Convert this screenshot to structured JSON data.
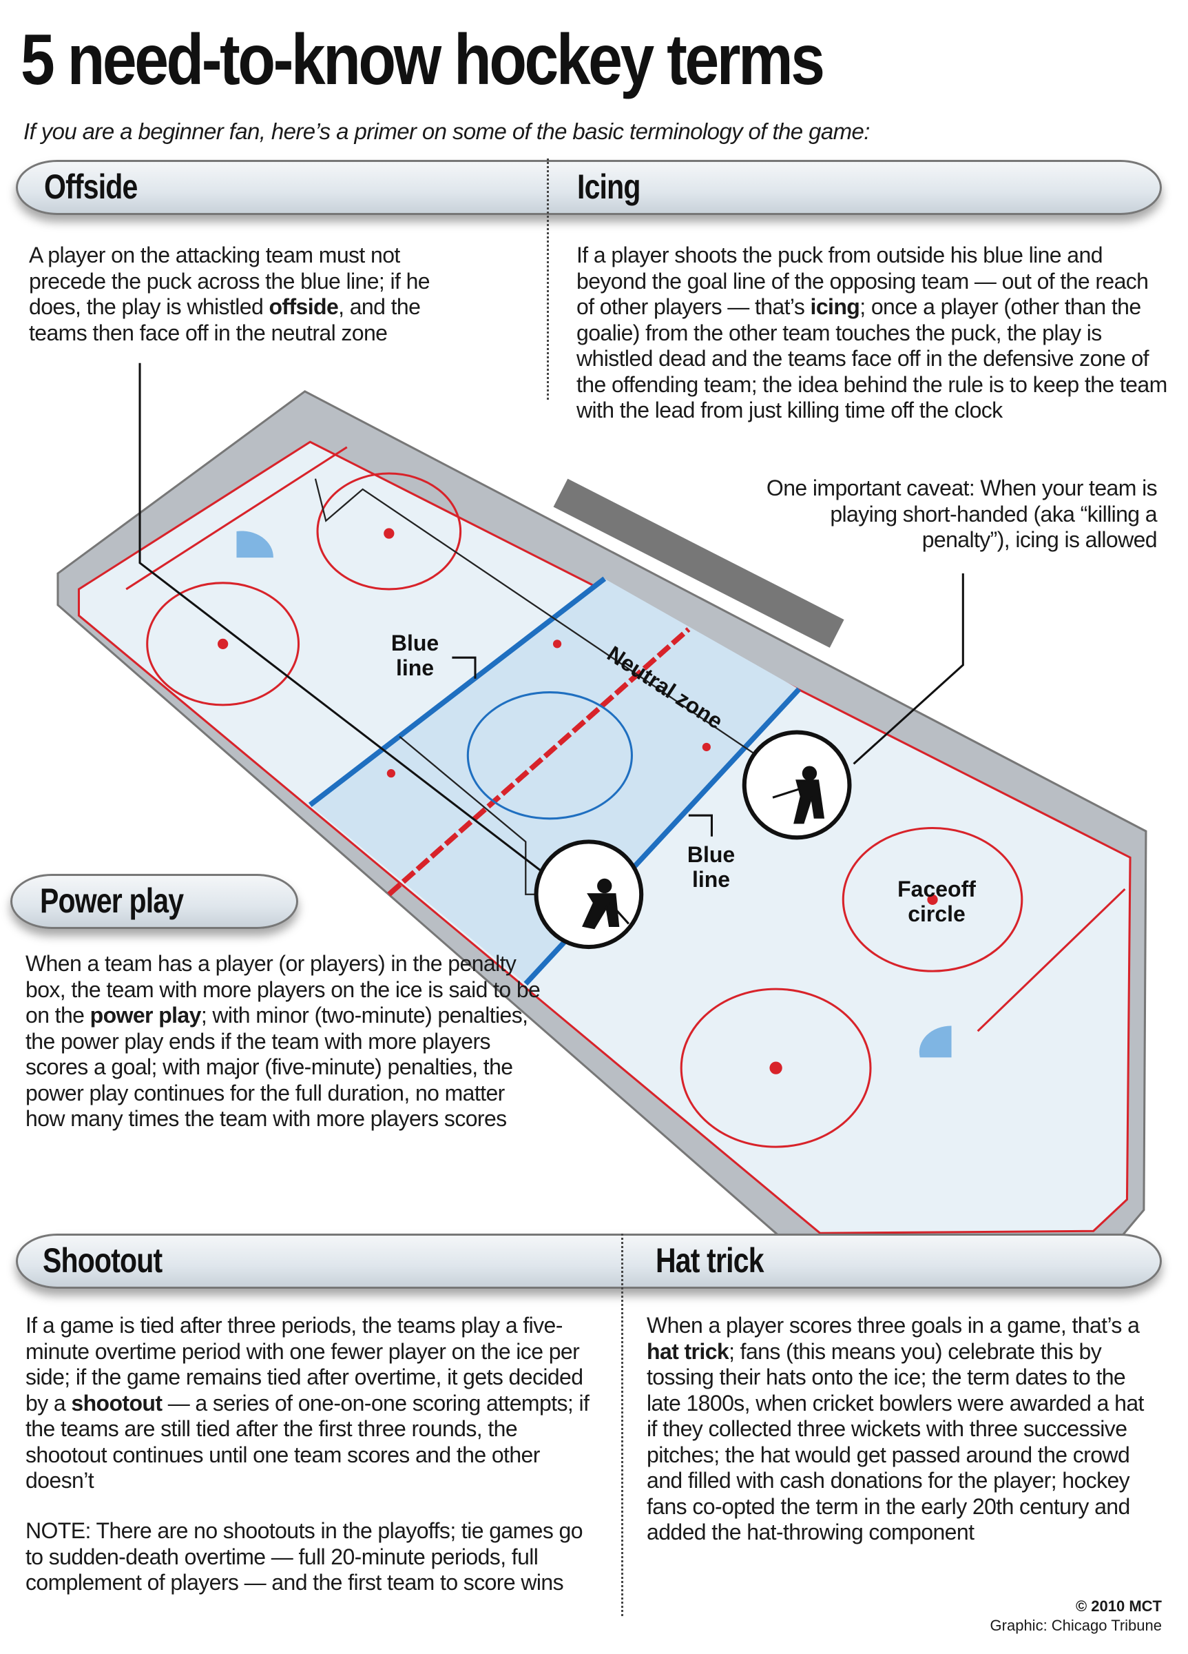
{
  "title": "5 need-to-know hockey terms",
  "subtitle": "If you are a beginner fan, here’s a primer on some of the basic terminology of the game:",
  "offside": {
    "heading": "Offside",
    "t1": "A player on the attacking team must not precede the puck across the blue line; if he does, the play is whistled ",
    "bold": "offside",
    "t2": ", and the teams then face off in the neutral zone"
  },
  "icing": {
    "heading": "Icing",
    "t1": "If a player shoots the puck from outside his blue line and beyond the goal line of the opposing team — out of the reach of other players — that’s ",
    "bold": "icing",
    "t2": "; once a player (other than the goalie) from the other team touches the puck, the play is whistled dead and the teams face off in the defensive zone of the offending team; the idea behind the rule is to keep the team with the lead from just killing time off the clock",
    "caveat": "One important caveat: When your team is playing short-handed (aka “killing a penalty”), icing is allowed"
  },
  "power_play": {
    "heading": "Power play",
    "t1": "When a team has a player (or players) in the penalty box, the team with more players on the ice is said to be on the ",
    "bold": "power play",
    "t2": "; with minor (two-minute) penalties, the power play ends if the team with more players scores a goal; with major (five-minute) penalties, the power play continues for the full duration, no matter how many times the team with more players scores"
  },
  "shootout": {
    "heading": "Shootout",
    "t1": "If a game is tied after three periods, the teams play a five-minute overtime period with one fewer player on the ice per side; if the game remains tied after overtime, it gets decided by a ",
    "bold": "shootout",
    "t2": " — a series of one-on-one scoring attempts; if the teams are still tied after the first three rounds, the shootout continues until one team scores and the other doesn’t",
    "note": "NOTE: There are no shootouts in the playoffs; tie games go to sudden-death overtime — full 20-minute periods, full complement of players — and the first team to score wins"
  },
  "hat_trick": {
    "heading": "Hat trick",
    "t1": "When a player scores three goals in a game, that’s a ",
    "bold": "hat trick",
    "t2": "; fans (this means you) celebrate this by tossing their hats onto the ice; the term dates to the late 1800s, when cricket bowlers were awarded a hat if they collected three wickets with three successive pitches; the hat would get passed around the crowd and filled with cash donations for the player; hockey fans co-opted the term in the early 20th century and added the hat-throwing component"
  },
  "rink_labels": {
    "blue_line_1": "Blue line",
    "blue_line_2": "Blue line",
    "neutral_zone": "Neutral zone",
    "faceoff_circle": "Faceoff circle"
  },
  "credits": {
    "copyright": "© 2010 MCT",
    "graphic": "Graphic: Chicago Tribune"
  },
  "colors": {
    "blue_line": "#1f6fc0",
    "red_line": "#d8232a",
    "ice": "#e8f1f7",
    "neutral": "#cfe3f2"
  }
}
